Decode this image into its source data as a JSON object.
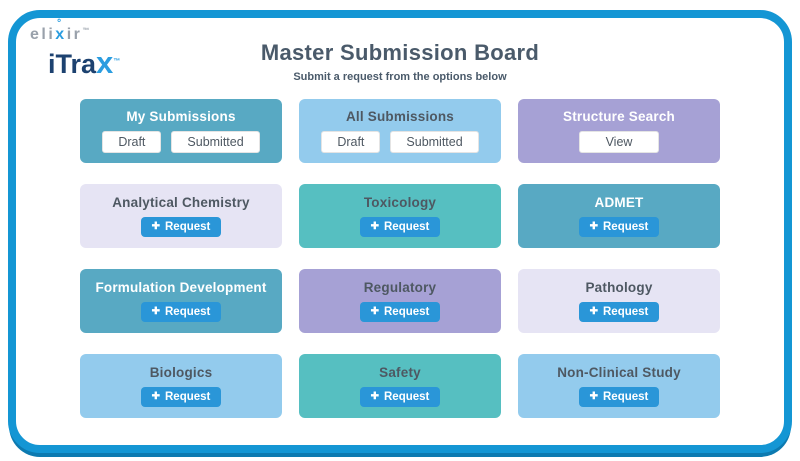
{
  "brand": {
    "elixir": {
      "pre": "eli",
      "x": "x",
      "ring": "˚",
      "post": "ir",
      "tm": "™"
    },
    "itrax": {
      "pre": "iTra",
      "x": "x",
      "tm": "™"
    }
  },
  "header": {
    "title": "Master Submission Board",
    "subtitle": "Submit a request from the options below"
  },
  "labels": {
    "request": "Request",
    "plus": "✚"
  },
  "colors": {
    "frame_blue": "#1496d4",
    "frame_shadow": "#0d7ab0",
    "request_button_blue": "#2a96d8",
    "card_teal": "#58a9c3",
    "card_sky_blue": "#93cbed",
    "card_purple": "#a6a1d5",
    "card_lavender": "#e6e4f4",
    "card_aqua": "#56bfc1",
    "title_dark": "#4e5862",
    "title_light": "#ffffff",
    "heading_slate": "#4a5a6a",
    "logo_navy": "#1d4270",
    "logo_blue": "#2b9de0",
    "logo_gray": "#99a1ab"
  },
  "cards": [
    {
      "title": "My Submissions",
      "buttons": [
        {
          "label": "Draft"
        },
        {
          "label": "Submitted"
        }
      ]
    },
    {
      "title": "All Submissions",
      "buttons": [
        {
          "label": "Draft"
        },
        {
          "label": "Submitted"
        }
      ]
    },
    {
      "title": "Structure Search",
      "buttons": [
        {
          "label": "View"
        }
      ]
    },
    {
      "title": "Analytical Chemistry"
    },
    {
      "title": "Toxicology"
    },
    {
      "title": "ADMET"
    },
    {
      "title": "Formulation Development"
    },
    {
      "title": "Regulatory"
    },
    {
      "title": "Pathology"
    },
    {
      "title": "Biologics"
    },
    {
      "title": "Safety"
    },
    {
      "title": "Non-Clinical Study"
    }
  ]
}
